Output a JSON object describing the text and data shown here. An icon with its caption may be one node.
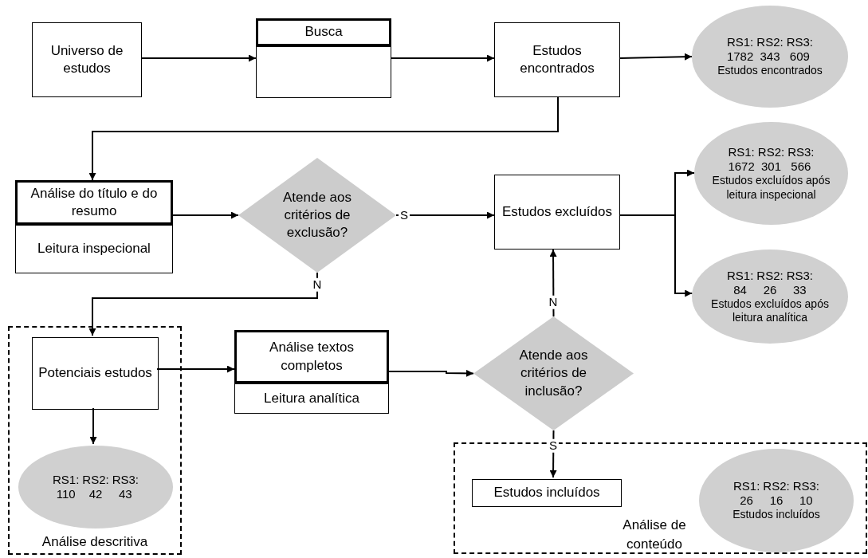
{
  "diagram": {
    "nodes": [
      {
        "text": [
          "Universo de estudos"
        ]
      },
      {
        "text": [
          "Busca"
        ]
      },
      {
        "text": [],
        "shape": "box"
      },
      {
        "text": [
          "Estudos encontrados"
        ]
      },
      {
        "text": [
          "RS1:",
          "RS2:",
          "RS3:",
          "1782",
          "343",
          "609",
          "Estudos encontrados"
        ]
      },
      {
        "text": [
          "Análise do título e do resumo"
        ]
      },
      {
        "text": [
          "Leitura inspecional"
        ]
      },
      {
        "text": [
          "Atende aos critérios de exclusão?"
        ]
      },
      {
        "text": [
          "Estudos excluídos"
        ]
      },
      {
        "text": [
          "RS1:",
          "RS2:",
          "RS3:",
          "1672",
          "301",
          "566",
          "Estudos excluídos após leitura inspecional"
        ]
      },
      {
        "text": [
          "RS1:",
          "RS2:",
          "RS3:",
          "84",
          "26",
          "33",
          "Estudos excluídos após leitura analítica"
        ]
      },
      {
        "text": [
          "Análise descritiva"
        ]
      },
      {
        "text": [
          "Potenciais estudos"
        ],
        "in": 11
      },
      {
        "text": [
          "RS1:",
          "RS2:",
          "RS3:",
          "110",
          "42",
          "43"
        ],
        "in": 11
      },
      {
        "text": [
          "Análise textos completos"
        ]
      },
      {
        "text": [
          "Leitura analítica"
        ]
      },
      {
        "text": [
          "Atende aos critérios de inclusão?"
        ]
      },
      {
        "text": [
          "Análise de conteúdo"
        ]
      },
      {
        "text": [
          "Estudos incluídos"
        ],
        "in": 17
      },
      {
        "text": [
          "RS1:",
          "RS2:",
          "RS3:",
          "26",
          "16",
          "10",
          "Estudos incluídos"
        ],
        "in": 17
      }
    ],
    "edges": [
      {
        "from": 0,
        "to": 2,
        "arrow": "to"
      },
      {
        "from": 2,
        "to": 3,
        "arrow": "to"
      },
      {
        "from": 3,
        "to": 4,
        "arrow": "to"
      },
      {
        "from": 3,
        "to": 5,
        "arrow": "to"
      },
      {
        "from": 5,
        "to": 7,
        "arrow": "to"
      },
      {
        "from": 7,
        "to": 8,
        "arrow": "to",
        "label": "S"
      },
      {
        "from": 8,
        "to": 9,
        "arrow": "to"
      },
      {
        "from": 8,
        "to": 10,
        "arrow": "to"
      },
      {
        "from": 7,
        "to": 12,
        "arrow": "to",
        "label": "N"
      },
      {
        "from": 12,
        "to": 14,
        "arrow": "to"
      },
      {
        "from": 14,
        "to": 16,
        "arrow": "to"
      },
      {
        "from": 12,
        "to": 13,
        "arrow": "to"
      },
      {
        "from": 16,
        "to": 8,
        "arrow": "to",
        "label": "N"
      },
      {
        "from": 16,
        "to": 18,
        "arrow": "to",
        "label": "S"
      }
    ]
  }
}
